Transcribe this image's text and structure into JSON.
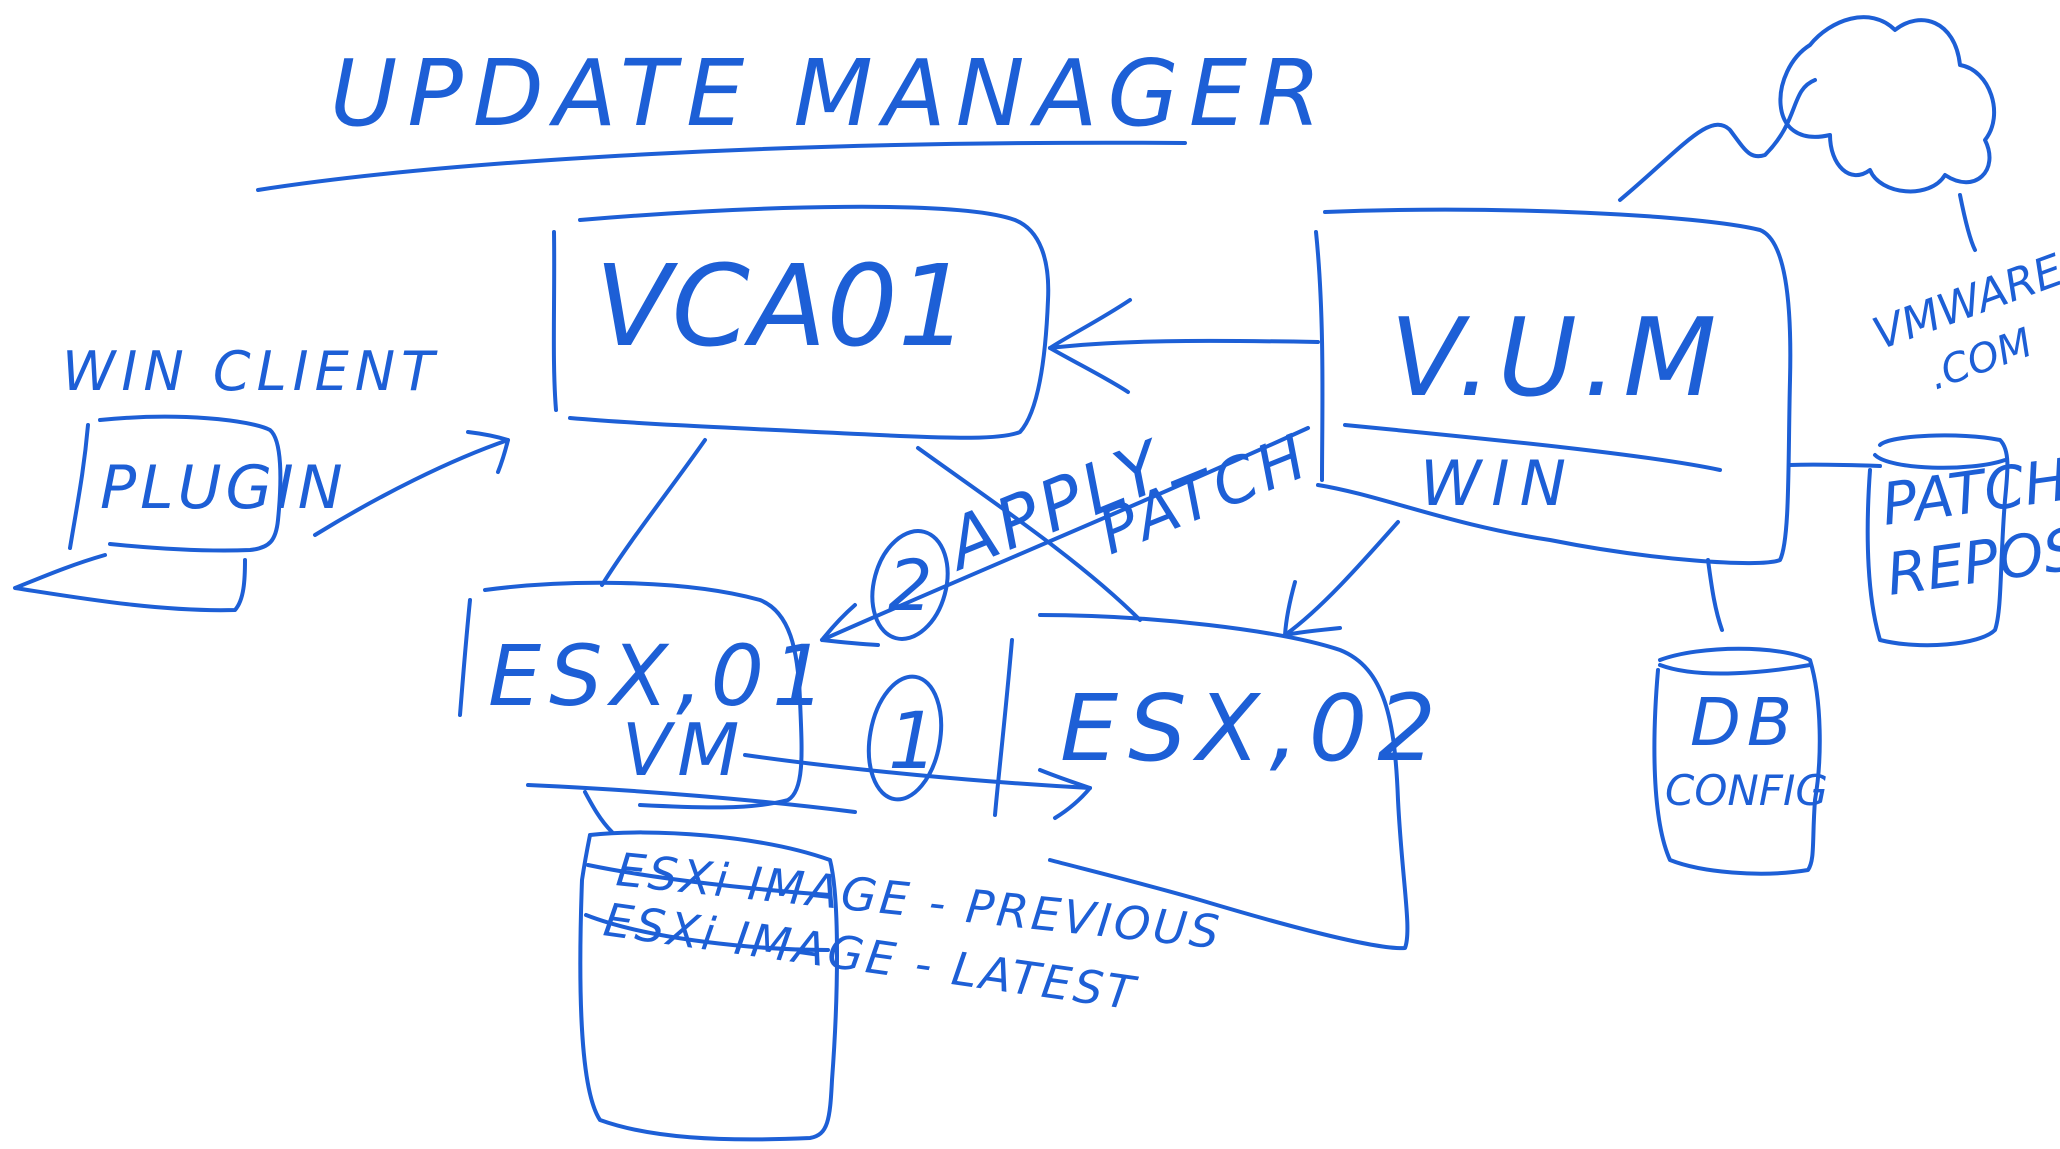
{
  "ink_color": "#1d5fd6",
  "title": "UPDATE MANAGER",
  "nodes": {
    "vcenter": {
      "label": "VCA01"
    },
    "vum": {
      "label": "V.U.M",
      "sublabel": "WIN"
    },
    "win_client": {
      "label": "WIN CLIENT",
      "sublabel": "PLUGIN"
    },
    "esx01": {
      "label": "ESX,01",
      "sublabel": "VM"
    },
    "esx02": {
      "label": "ESX,02"
    },
    "db": {
      "label": "DB",
      "sublabel": "CONFIG"
    },
    "patch_repo": {
      "label": "PATCH",
      "sublabel": "REPOSIT"
    },
    "vmware_cloud": {
      "label": "VMWARE",
      "sublabel": ".COM"
    },
    "image_store": {
      "rows": [
        "ESXi IMAGE - PREVIOUS",
        "ESXi IMAGE - LATEST"
      ]
    }
  },
  "steps": {
    "step1": {
      "number": "1"
    },
    "step2": {
      "number": "2",
      "label": "APPLY",
      "sublabel": "PATCH"
    }
  },
  "icons": {
    "cloud": "cloud-icon",
    "database": "cylinder-icon",
    "laptop": "laptop-icon"
  }
}
